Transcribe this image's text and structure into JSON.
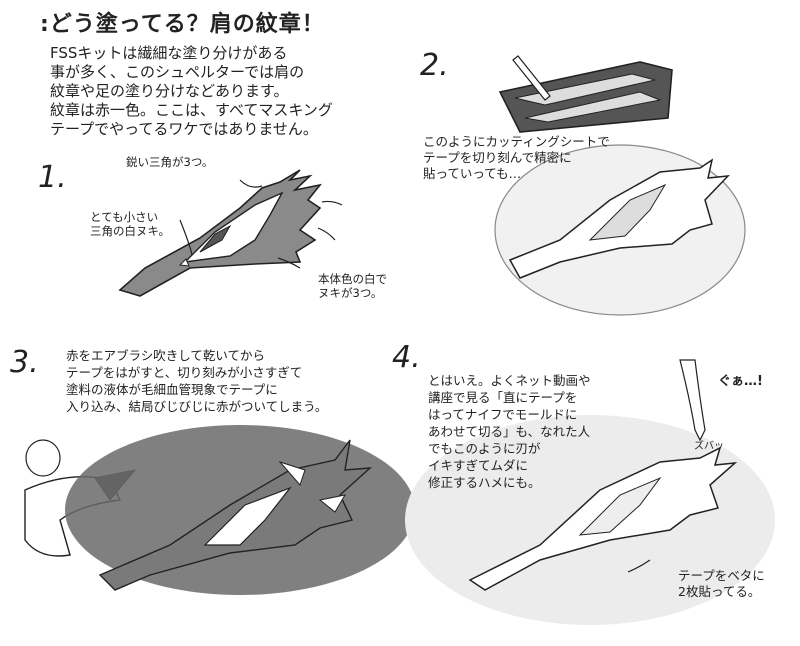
{
  "title": ":どう塗ってる？肩の紋章！",
  "intro": "FSSキットは繊細な塗り分けがある\n事が多く、このシュペルターでは肩の\n紋章や足の塗り分けなどあります。\n紋章は赤一色。ここは、すべてマスキング\nテープでやってるワケではありません。",
  "steps": [
    {
      "number": "1.",
      "annotations": {
        "sharp_triangles": "鋭い三角が3つ。",
        "tiny_triangle": "とても小さい\n三角の白ヌキ。",
        "body_color": "本体色の白で\nヌキが3つ。"
      }
    },
    {
      "number": "2.",
      "text": "このようにカッティングシートで\nテープを切り刻んで精密に\n貼っていっても…"
    },
    {
      "number": "3.",
      "text": "赤をエアブラシ吹きして乾いてから\nテープをはがすと、切り刻みが小さすぎて\n塗料の液体が毛細血管現象でテープに\n入り込み、結局びじびじに赤がついてしまう。"
    },
    {
      "number": "4.",
      "text": "とはいえ。よくネット動画や\n講座で見る「直にテープを\nはってナイフでモールドに\nあわせて切る」も、なれた人\nでもこのように刃が\nイキすぎてムダに\n修正するハメにも。",
      "caption": "テープをベタに\n2枚貼ってる。",
      "sfx_1": "ぐぁ…!",
      "sfx_2": "ズバッ"
    }
  ],
  "colors": {
    "ink": "#222222",
    "emblem_gray": "#8a8a8a",
    "smear_gray": "#6a6a6a",
    "paper": "#ffffff"
  }
}
